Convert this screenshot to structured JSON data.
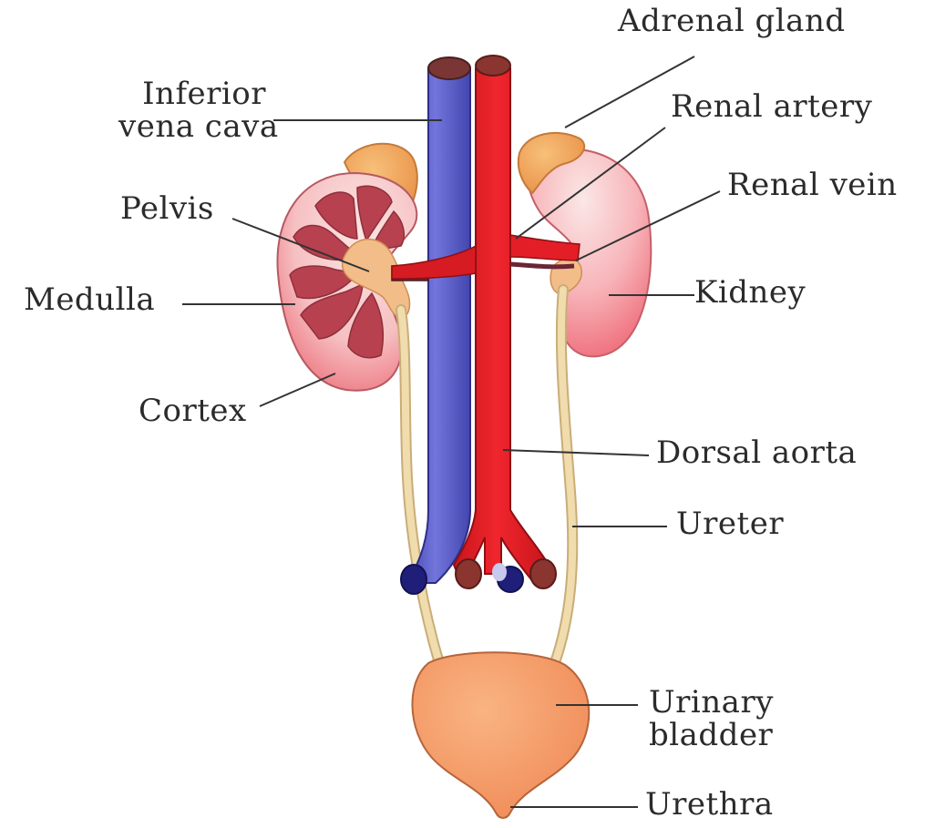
{
  "labels": {
    "adrenal_gland": "Adrenal gland",
    "inferior_vena_cava_line1": "Inferior",
    "inferior_vena_cava_line2": "vena cava",
    "renal_artery": "Renal artery",
    "renal_vein": "Renal vein",
    "pelvis": "Pelvis",
    "medulla": "Medulla",
    "kidney": "Kidney",
    "cortex": "Cortex",
    "dorsal_aorta": "Dorsal aorta",
    "ureter": "Ureter",
    "urinary_bladder_line1": "Urinary",
    "urinary_bladder_line2": "bladder",
    "urethra": "Urethra"
  },
  "colors": {
    "vena_cava": "#5a5ec8",
    "aorta": "#e41e26",
    "kidney_cortex": "#f6c6c8",
    "kidney_right": "#f48f9a",
    "medulla_pyramid": "#b8414f",
    "adrenal": "#f1a55b",
    "pelvis": "#f2bd88",
    "ureter": "#efd9a5",
    "bladder": "#f7a06b",
    "leader_line": "#333333"
  }
}
